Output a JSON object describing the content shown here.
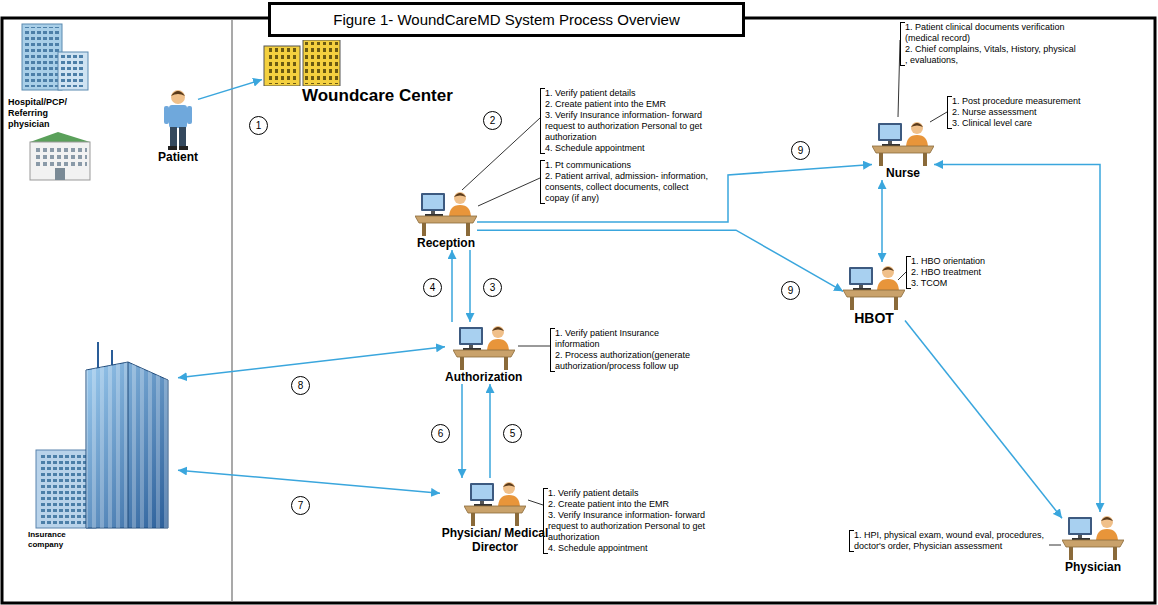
{
  "diagram": {
    "title": "Figure 1- WoundCareMD System Process Overview",
    "nodes": [
      {
        "text": [
          "Patient"
        ]
      },
      {
        "text": [
          "Woundcare Center"
        ]
      },
      {
        "text": [
          "Reception"
        ]
      },
      {
        "text": [
          "Authorization"
        ]
      },
      {
        "text": [
          "Physician/ Medical Director"
        ]
      },
      {
        "text": [
          "Insurance company"
        ]
      },
      {
        "text": [
          "Nurse"
        ]
      },
      {
        "text": [
          "HBOT"
        ]
      },
      {
        "text": [
          "Physician"
        ]
      }
    ],
    "edges": [
      {
        "from": 0,
        "to": 1,
        "arrow": "to"
      },
      {
        "from": 2,
        "to": 3,
        "arrow": "to"
      },
      {
        "from": 3,
        "to": 2,
        "arrow": "to"
      },
      {
        "from": 3,
        "to": 4,
        "arrow": "to"
      },
      {
        "from": 4,
        "to": 3,
        "arrow": "to"
      },
      {
        "from": 5,
        "to": 3,
        "arrow": "both"
      },
      {
        "from": 5,
        "to": 4,
        "arrow": "both"
      },
      {
        "from": 2,
        "to": 6,
        "arrow": "to"
      },
      {
        "from": 2,
        "to": 7,
        "arrow": "to"
      },
      {
        "from": 6,
        "to": 7,
        "arrow": "both"
      },
      {
        "from": 7,
        "to": 8,
        "arrow": "to"
      },
      {
        "from": 6,
        "to": 8,
        "arrow": "both"
      }
    ],
    "labels": [
      "Hospital/PCP/ Referring physician",
      "1",
      "2",
      "3",
      "4",
      "5",
      "6",
      "7",
      "8",
      "9",
      "9",
      "1. Verify patient details",
      "2. Create patient into the EMR",
      "3. Verify Insurance information- forward request to authorization Personal to get authorization",
      "4. Schedule appointment",
      "1. Pt communications",
      "2. Patient arrival, admission- information, consents, collect documents, collect copay (if any)",
      "1. Verify patient Insurance information",
      "2. Process authorization(generate authorization/process follow up",
      "1. Verify patient details",
      "2. Create patient into the EMR",
      "3. Verify Insurance information- forward request to authorization Personal to get authorization",
      "4. Schedule appointment",
      "1. Patient clinical documents verification (medical record)",
      "2. Chief complains, Vitals, History, physical , evaluations,",
      "1. Post procedure measurement",
      "2. Nurse assessment",
      "3. Clinical level care",
      "1. HBO orientation",
      "2. HBO treatment",
      "3. TCOM",
      "1. HPI, physical exam, wound eval, procedures, doctor's order, Physician assessment"
    ]
  }
}
